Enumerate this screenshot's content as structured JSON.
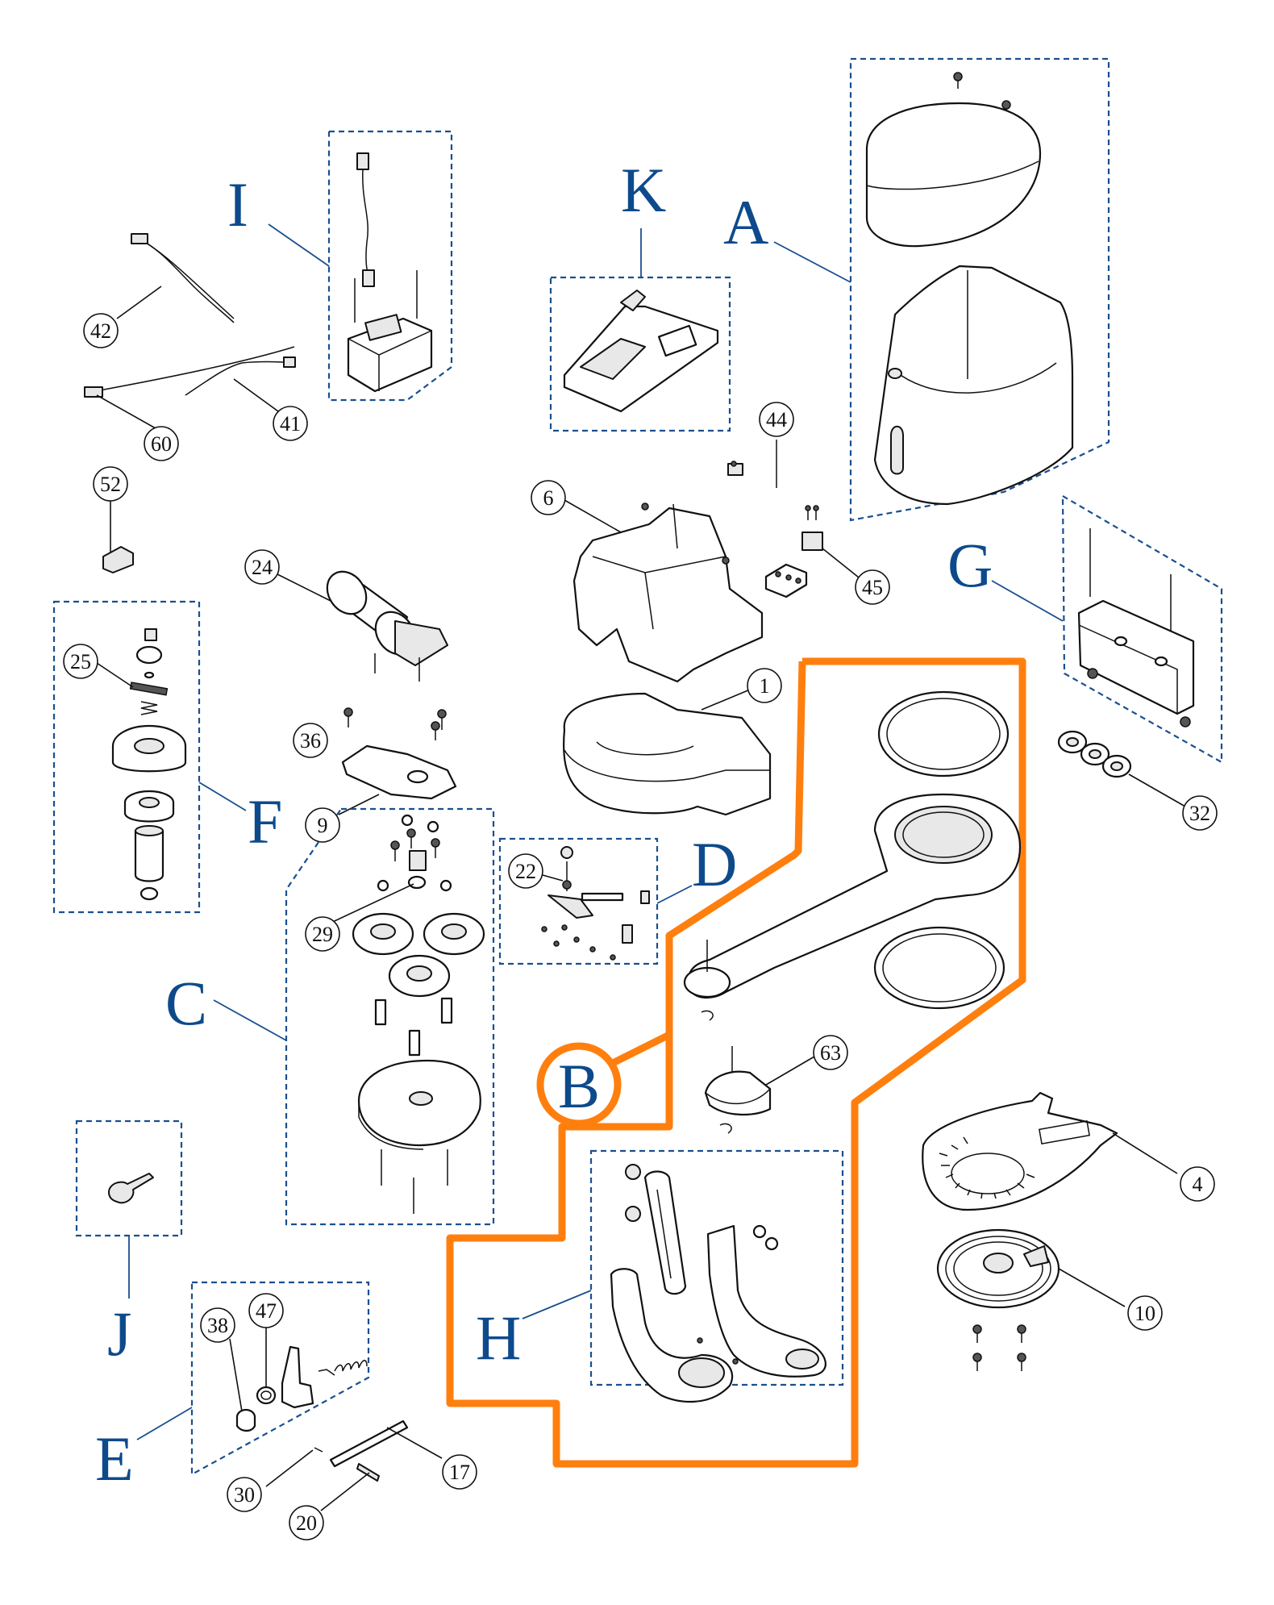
{
  "groups": {
    "A": "A",
    "B": "B",
    "C": "C",
    "D": "D",
    "E": "E",
    "F": "F",
    "G": "G",
    "H": "H",
    "I": "I",
    "J": "J",
    "K": "K"
  },
  "part_numbers": {
    "p1": "1",
    "p4": "4",
    "p6": "6",
    "p9": "9",
    "p10": "10",
    "p17": "17",
    "p20": "20",
    "p22": "22",
    "p24": "24",
    "p25": "25",
    "p29": "29",
    "p30": "30",
    "p32": "32",
    "p36": "36",
    "p38": "38",
    "p41": "41",
    "p42": "42",
    "p44": "44",
    "p45": "45",
    "p47": "47",
    "p52": "52",
    "p60": "60",
    "p63": "63"
  },
  "colors": {
    "group_label": "#0d4a8c",
    "dashed_box": "#1a4f8f",
    "highlight": "#ff7f0e"
  }
}
